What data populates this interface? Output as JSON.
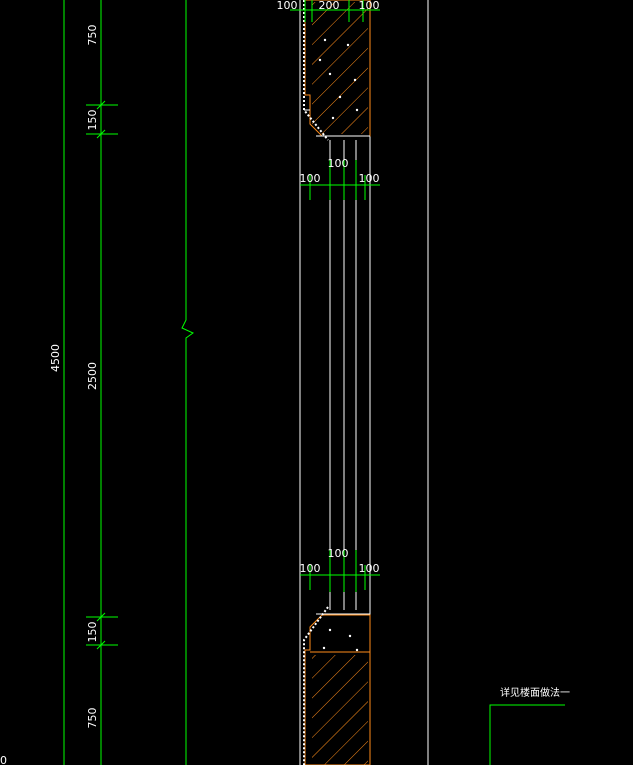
{
  "colors": {
    "background": "#000000",
    "dimension_line": "#00ff00",
    "wall_line": "#ffffff",
    "section_hatch": "#ff8c1a",
    "text": "#ffffff"
  },
  "vertical_dimensions": {
    "total": "4500",
    "top_band": "750",
    "top_chamfer": "150",
    "middle": "2500",
    "bottom_chamfer": "150",
    "bottom_band": "750"
  },
  "top_section": {
    "left": "100",
    "middle": "200",
    "right": "100"
  },
  "upper_opening": {
    "left": "100",
    "middle": "100",
    "right": "100"
  },
  "lower_opening": {
    "left": "100",
    "middle": "100",
    "right": "100"
  },
  "note": "详见楼面做法一",
  "corner_label": "0"
}
